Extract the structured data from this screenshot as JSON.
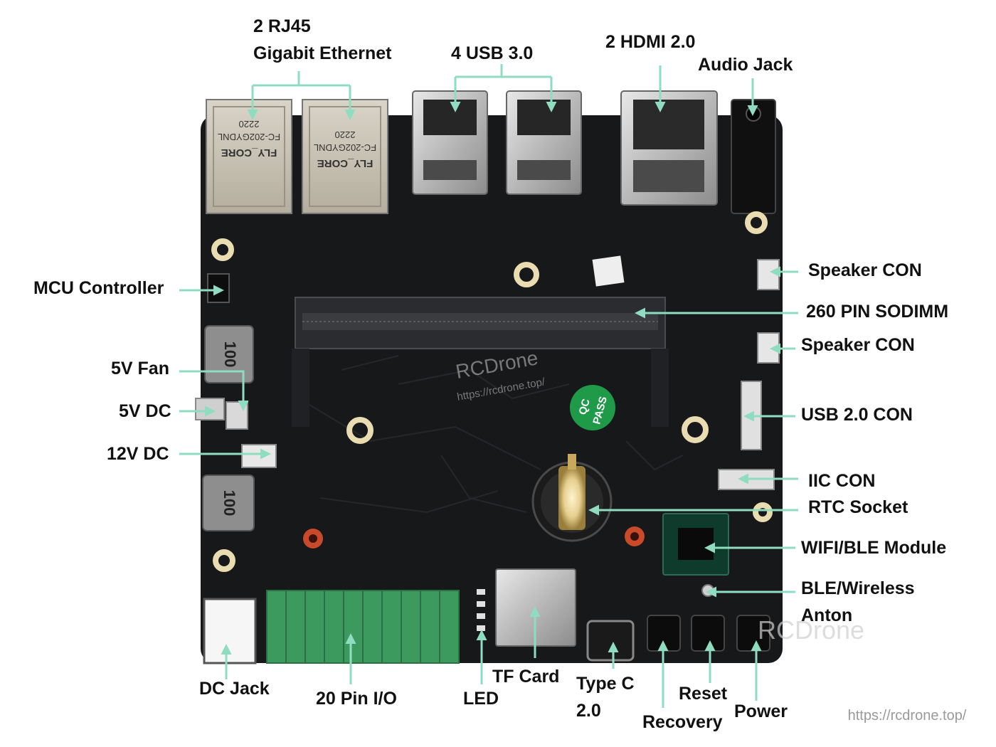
{
  "labels": {
    "rj45_line1": "2 RJ45",
    "rj45_line2": "Gigabit Ethernet",
    "usb3": "4 USB 3.0",
    "hdmi": "2 HDMI 2.0",
    "audio_jack": "Audio Jack",
    "speaker_con_1": "Speaker CON",
    "sodimm": "260 PIN SODIMM",
    "speaker_con_2": "Speaker CON",
    "usb2_con": "USB 2.0 CON",
    "iic_con": "IIC CON",
    "rtc_socket": "RTC Socket",
    "wifi_ble": "WIFI/BLE Module",
    "ble_line1": "BLE/Wireless",
    "ble_line2": "Anton",
    "mcu": "MCU Controller",
    "fan_5v": "5V Fan",
    "dc_5v": "5V DC",
    "dc_12v": "12V DC",
    "dc_jack": "DC Jack",
    "io_20pin": "20 Pin I/O",
    "led": "LED",
    "tf_card": "TF Card",
    "type_c_line1": "Type C",
    "type_c_line2": "2.0",
    "recovery": "Recovery",
    "reset": "Reset",
    "power": "Power"
  },
  "board_text": {
    "rj45_brand": "FLY_CORE",
    "rj45_model": "FC-202GYDNL",
    "rj45_code": "2220",
    "inductor_code": "100",
    "qc_line1": "QC",
    "qc_line2": "PASS"
  },
  "watermark": {
    "brand": "RCDrone",
    "url": "https://rcdrone.top/"
  },
  "colors": {
    "board": "#17181a",
    "callout": "#8fdcc0",
    "label": "#111111",
    "header_green": "#3c9a5e",
    "qc_green": "#1f9a48"
  }
}
